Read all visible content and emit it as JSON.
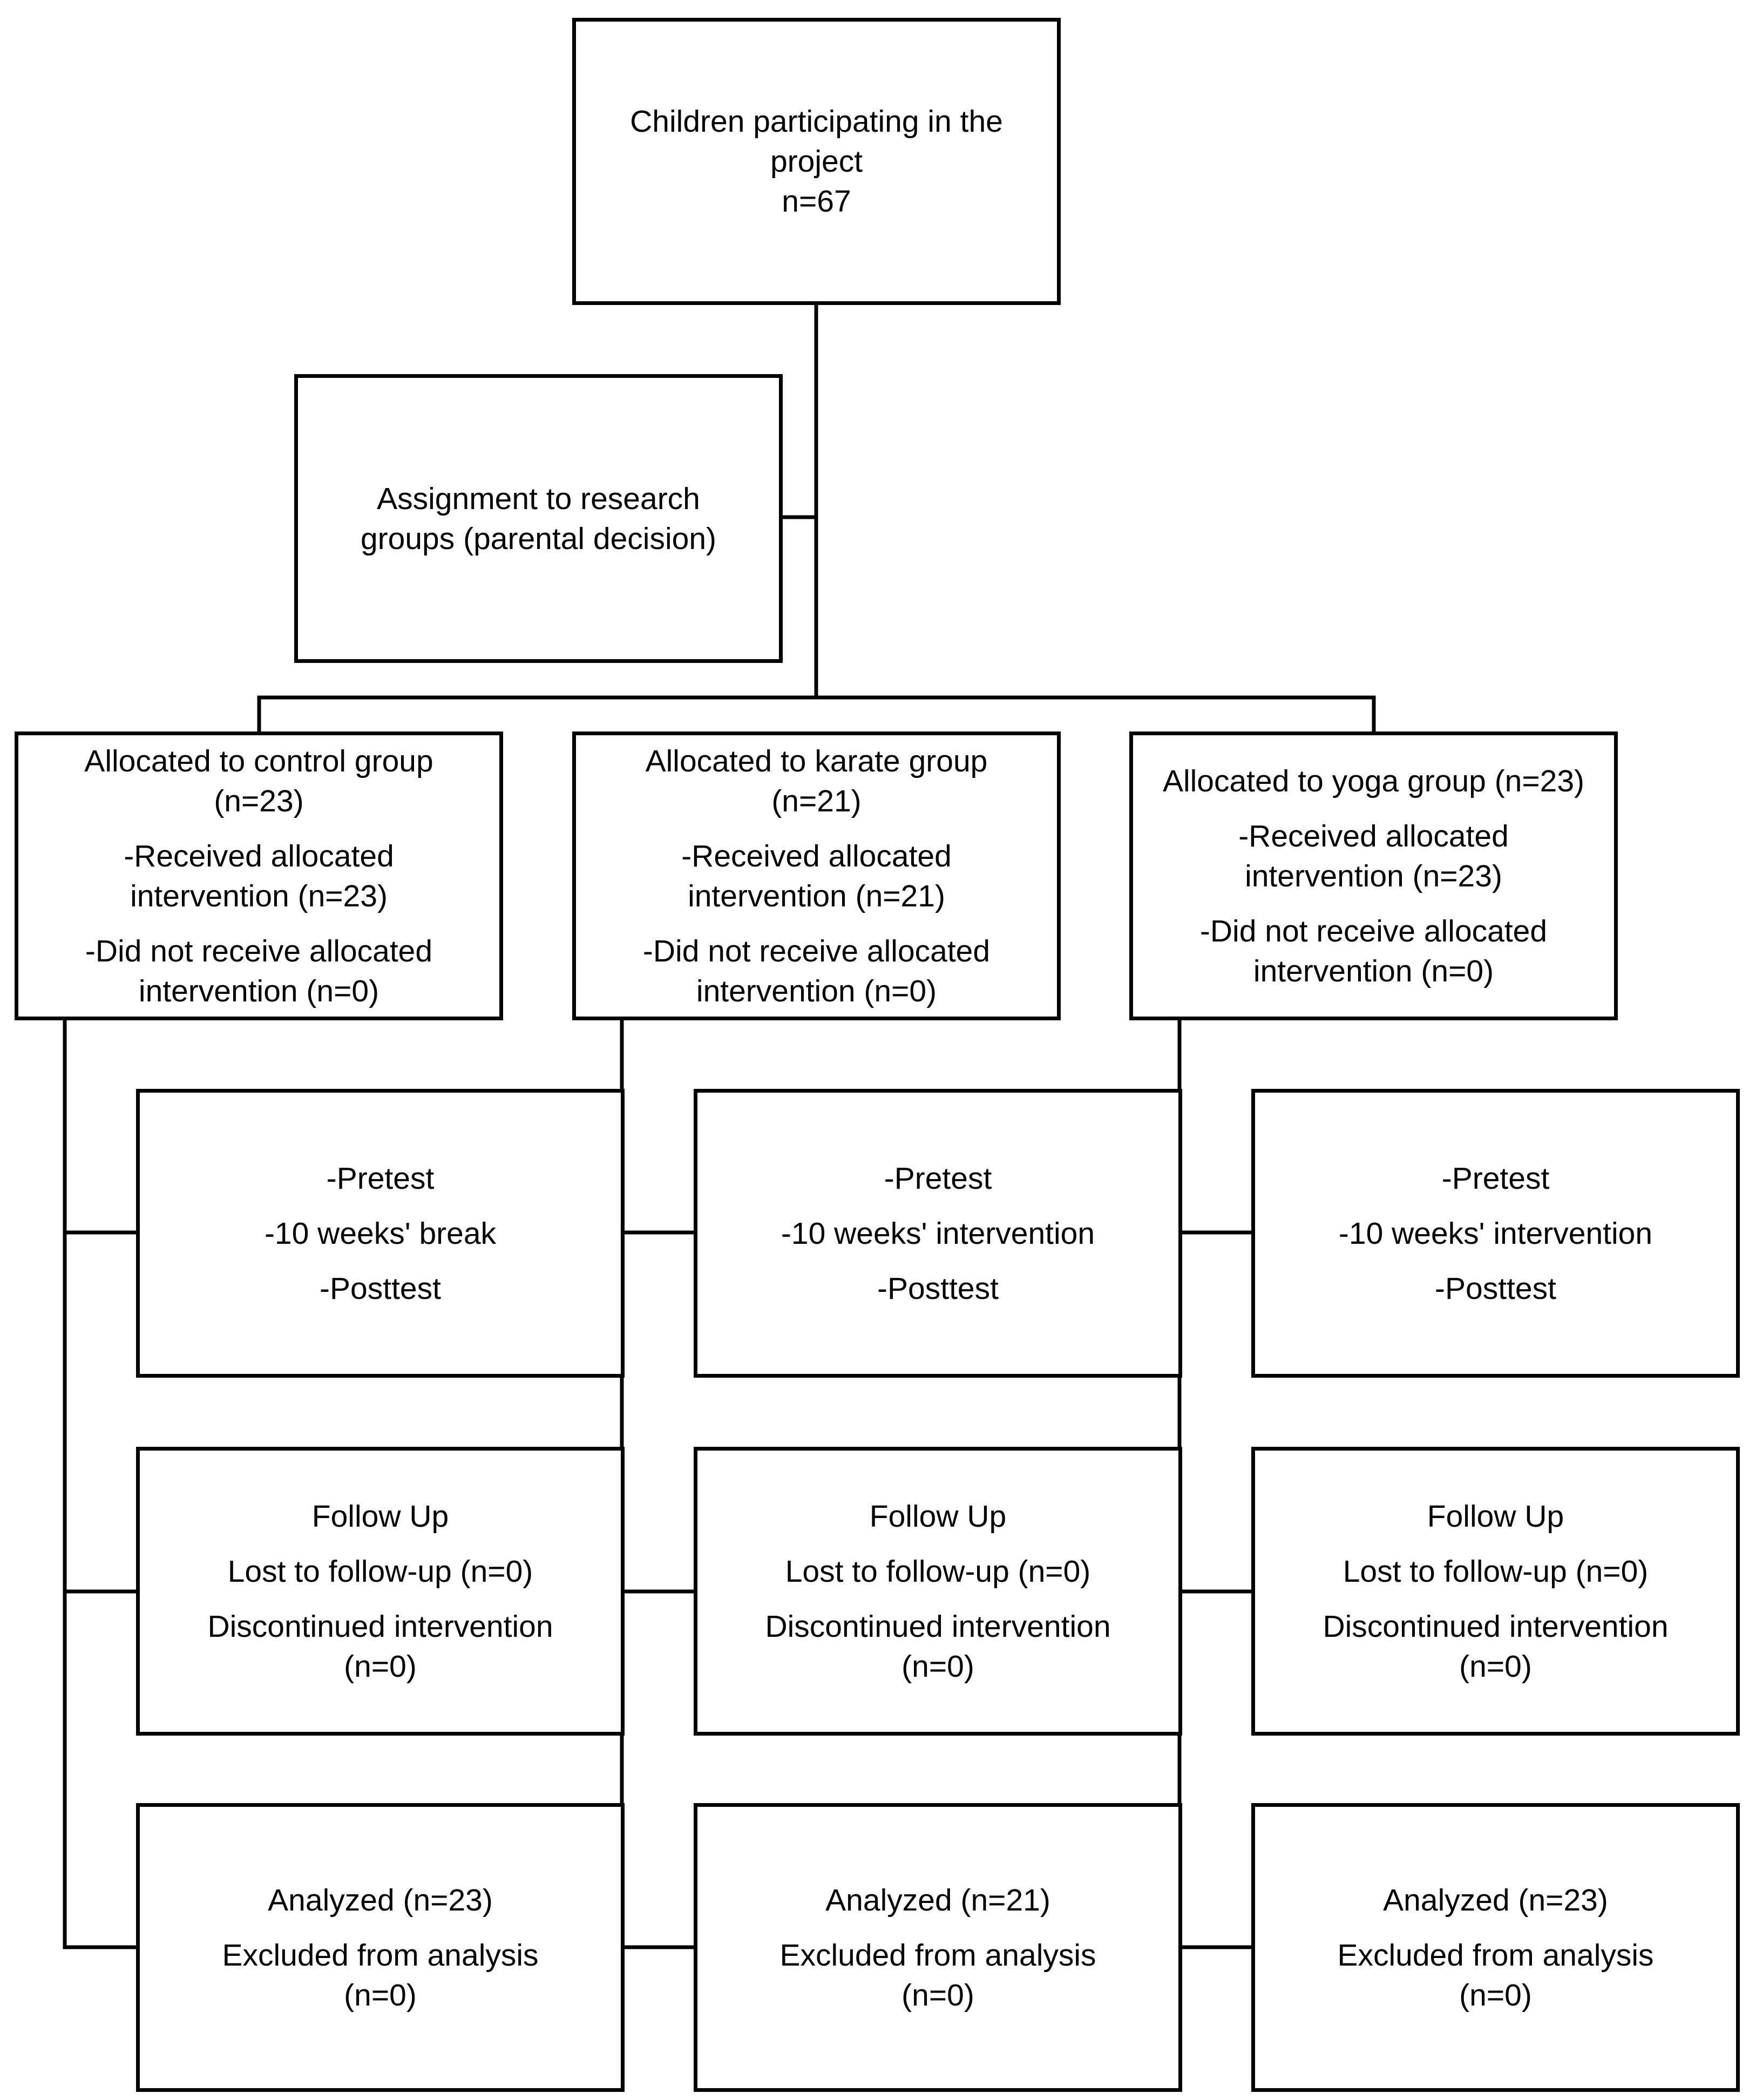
{
  "top": {
    "lines": [
      "Children participating in the",
      "project",
      "n=67"
    ]
  },
  "assignment": {
    "lines": [
      "Assignment to research",
      "groups (parental decision)"
    ]
  },
  "groups": [
    {
      "allocated": [
        "Allocated to control group",
        "(n=23)"
      ],
      "received": [
        "-Received allocated",
        "intervention (n=23)"
      ],
      "not_received": [
        "-Did not receive allocated",
        "intervention (n=0)"
      ],
      "pretest": "-Pretest",
      "period": "-10 weeks' break",
      "posttest": "-Posttest",
      "follow_up": "Follow Up",
      "lost": "Lost to follow-up (n=0)",
      "discontinued": [
        "Discontinued intervention",
        "(n=0)"
      ],
      "analyzed": "Analyzed (n=23)",
      "excluded": [
        "Excluded from analysis",
        "(n=0)"
      ]
    },
    {
      "allocated": [
        "Allocated to karate group",
        "(n=21)"
      ],
      "received": [
        "-Received allocated",
        "intervention (n=21)"
      ],
      "not_received": [
        "-Did not receive allocated",
        "intervention (n=0)"
      ],
      "pretest": "-Pretest",
      "period": "-10 weeks' intervention",
      "posttest": "-Posttest",
      "follow_up": "Follow Up",
      "lost": "Lost to follow-up (n=0)",
      "discontinued": [
        "Discontinued intervention",
        "(n=0)"
      ],
      "analyzed": "Analyzed (n=21)",
      "excluded": [
        "Excluded from analysis",
        "(n=0)"
      ]
    },
    {
      "allocated": [
        "Allocated to yoga group (n=23)"
      ],
      "received": [
        "-Received allocated",
        "intervention (n=23)"
      ],
      "not_received": [
        "-Did not receive allocated",
        "intervention (n=0)"
      ],
      "pretest": "-Pretest",
      "period": "-10 weeks' intervention",
      "posttest": "-Posttest",
      "follow_up": "Follow Up",
      "lost": "Lost to follow-up (n=0)",
      "discontinued": [
        "Discontinued intervention",
        "(n=0)"
      ],
      "analyzed": "Analyzed (n=23)",
      "excluded": [
        "Excluded from analysis",
        "(n=0)"
      ]
    }
  ]
}
